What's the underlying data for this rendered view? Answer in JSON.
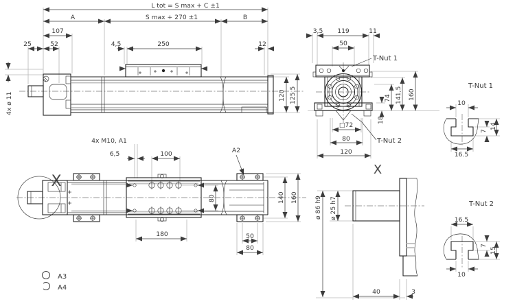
{
  "drawing": {
    "background": "#ffffff",
    "line_color": "#222222",
    "dim_color": "#3d3d3d",
    "extension_color": "#b9b9b9",
    "centerline_color": "#787878"
  },
  "side_view": {
    "dim_l_tot": "L tot =  S max +  C  ±1",
    "dim_a": "A",
    "dim_smax": "S max +  270  ±1",
    "dim_b": "B",
    "dim_107": "107",
    "dim_25": "25",
    "dim_52": "52",
    "dim_45": "4,5",
    "dim_250": "250",
    "dim_12": "12",
    "note_holes": "4x  ø 11",
    "dim_120": "120",
    "dim_1255": "125.5"
  },
  "end_view": {
    "dim_35": "3,5",
    "dim_119": "119",
    "dim_11": "11",
    "dim_50": "50",
    "label_tnut1": "T-Nut 1",
    "label_tnut2": "T-Nut 2",
    "dim_sq72": "□72",
    "dim_80": "80",
    "dim_120": "120",
    "dim_18": "18",
    "dim_74": "74",
    "dim_1415": "141,5",
    "dim_160": "160"
  },
  "top_view": {
    "label_x": "X",
    "note_m10": "4x  M10,  A1",
    "dim_65": "6,5",
    "dim_100": "100",
    "label_a2": "A2",
    "dim_80_rows": "80",
    "dim_140": "140",
    "dim_160": "160",
    "dim_180": "180",
    "dim_50": "50",
    "dim_80_holes": "80"
  },
  "detail_x": {
    "title": "X",
    "dim_d86": "ø 86 h9",
    "dim_d25": "ø 25 h7",
    "dim_40": "40",
    "dim_3": "3"
  },
  "tnut1": {
    "title": "T-Nut 1",
    "dim_10": "10",
    "dim_7": "7",
    "dim_14": "14",
    "dim_165": "16.5"
  },
  "tnut2": {
    "title": "T-Nut 2",
    "dim_165": "16.5",
    "dim_7": "7",
    "dim_15": "15",
    "dim_10": "10"
  },
  "legend": {
    "items": [
      {
        "symbol": "full-circle",
        "label": "A3"
      },
      {
        "symbol": "open-circle",
        "label": "A4"
      }
    ]
  }
}
